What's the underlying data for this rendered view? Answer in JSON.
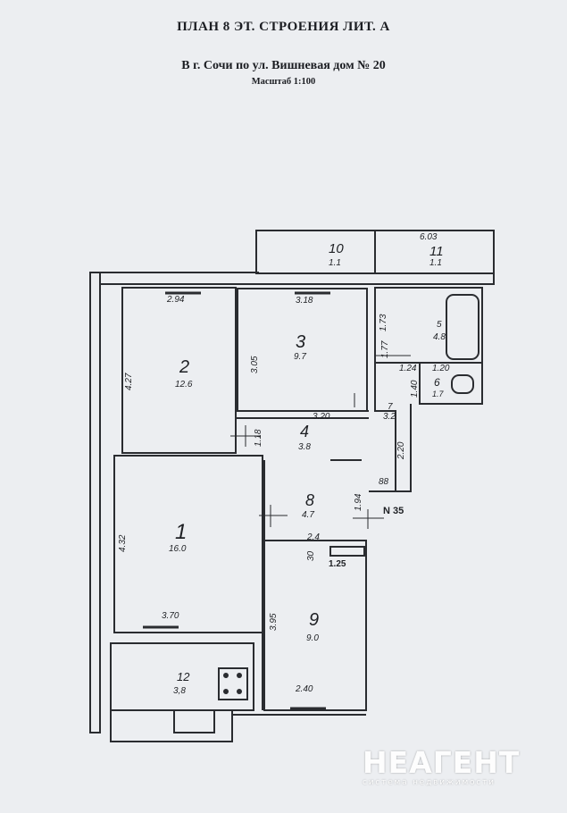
{
  "header": {
    "title": "ПЛАН 8 ЭТ. СТРОЕНИЯ ЛИТ. А",
    "address": "В г. Сочи по ул. Вишневая дом № 20",
    "scale": "Масштаб 1:100"
  },
  "rooms": {
    "r1": {
      "num": "1",
      "area": "16.0"
    },
    "r2": {
      "num": "2",
      "area": "12.6"
    },
    "r3": {
      "num": "3",
      "area": "9.7"
    },
    "r4": {
      "num": "4",
      "area": "3.8"
    },
    "r5": {
      "num": "5",
      "area": "4.8"
    },
    "r6": {
      "num": "6",
      "area": "1.7"
    },
    "r7": {
      "num": "7",
      "area": "3.2"
    },
    "r8": {
      "num": "8",
      "area": "4.7"
    },
    "r9": {
      "num": "9",
      "area": "9.0"
    },
    "r10": {
      "num": "10",
      "area": "1.1"
    },
    "r11": {
      "num": "11",
      "area": "1.1"
    },
    "r12": {
      "num": "12",
      "area": "3,8"
    }
  },
  "dimensions": {
    "d294": "2.94",
    "d318": "3.18",
    "d427": "4.27",
    "d305": "3.05",
    "d173": "1.73",
    "d177": "1.77",
    "d124": "1.24",
    "d120": "1.20",
    "d140": "1.40",
    "d320": "3.20",
    "d118": "1.18",
    "d220": "2.20",
    "d88": "88",
    "d194": "1.94",
    "d432": "4.32",
    "d24": "2.4",
    "d30": "30",
    "d125": "1.25",
    "d395": "3.95",
    "d370": "3.70",
    "d240": "2.40",
    "d603": "6.03"
  },
  "annotation": "N 35",
  "logo": {
    "brand": "НЕАГЕНТ",
    "tagline": "система недвижимости"
  }
}
